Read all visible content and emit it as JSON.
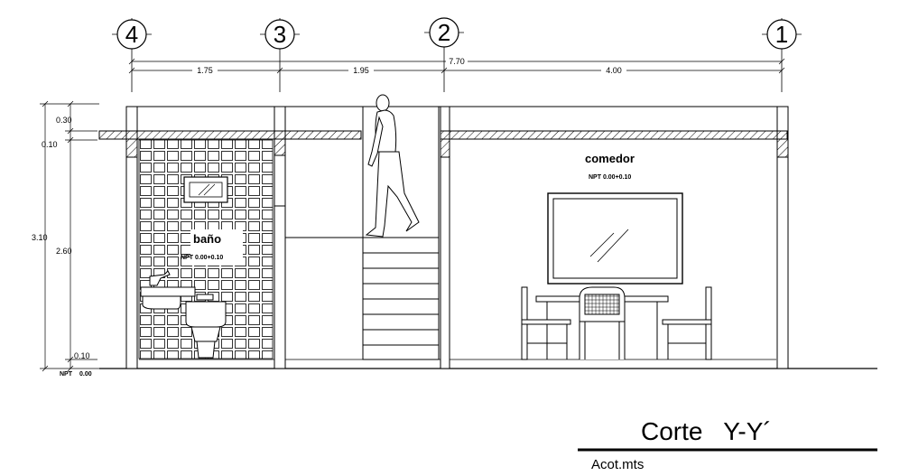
{
  "axes": [
    "4",
    "3",
    "2",
    "1"
  ],
  "dimensions": {
    "total": "7.70",
    "segments": [
      "1.75",
      "1.95",
      "4.00"
    ],
    "vertical": {
      "total": "3.10",
      "slab": "0.30",
      "slab_thin": "0.10",
      "height": "2.60",
      "base": "0.10",
      "npt": "NPT",
      "npt_value": "0.00"
    }
  },
  "rooms": {
    "bano": {
      "name": "baño",
      "level": "NPT  0.00+0.10"
    },
    "comedor": {
      "name": "comedor",
      "level": "NPT  0.00+0.10"
    }
  },
  "title": {
    "main": "Corte   Y-Y´",
    "scale": "Acot.mts"
  }
}
